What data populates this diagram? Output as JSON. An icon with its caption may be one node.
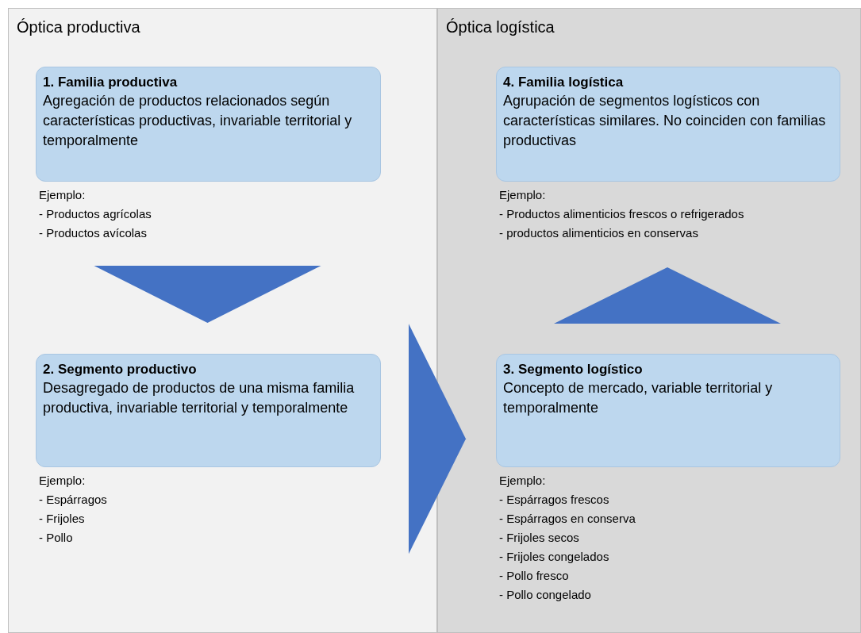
{
  "diagram": {
    "nodes": [
      {
        "text": [
          "Óptica productiva"
        ]
      },
      {
        "text": [
          "1. Familia productiva",
          "Agregación de productos relacionados según características productivas, invariable territorial y temporalmente"
        ],
        "in": 0,
        "beside": [
          "Ejemplo:",
          "- Productos agrícolas",
          "- Productos avícolas"
        ]
      },
      {
        "text": [
          "2. Segmento productivo",
          "Desagregado de productos de una misma familia productiva, invariable territorial y temporalmente"
        ],
        "in": 0,
        "beside": [
          "Ejemplo:",
          "- Espárragos",
          "- Frijoles",
          "- Pollo"
        ]
      },
      {
        "text": [
          "Óptica logística"
        ]
      },
      {
        "text": [
          "4. Familia logística",
          "Agrupación de segmentos logísticos con características similares. No coinciden con familias productivas"
        ],
        "in": 3,
        "beside": [
          "Ejemplo:",
          "- Productos alimenticios frescos o refrigerados",
          "- productos alimenticios en conservas"
        ]
      },
      {
        "text": [
          "3. Segmento logístico",
          "Concepto de mercado, variable territorial y temporalmente"
        ],
        "in": 3,
        "beside": [
          "Ejemplo:",
          "- Espárragos frescos",
          "- Espárragos en conserva",
          "- Frijoles secos",
          "- Frijoles congelados",
          "- Pollo fresco",
          "- Pollo congelado"
        ]
      }
    ],
    "edges": [
      {
        "from": 1,
        "to": 2,
        "arrow": "to"
      },
      {
        "from": 2,
        "to": 5,
        "arrow": "to"
      },
      {
        "from": 5,
        "to": 4,
        "arrow": "to"
      }
    ]
  }
}
